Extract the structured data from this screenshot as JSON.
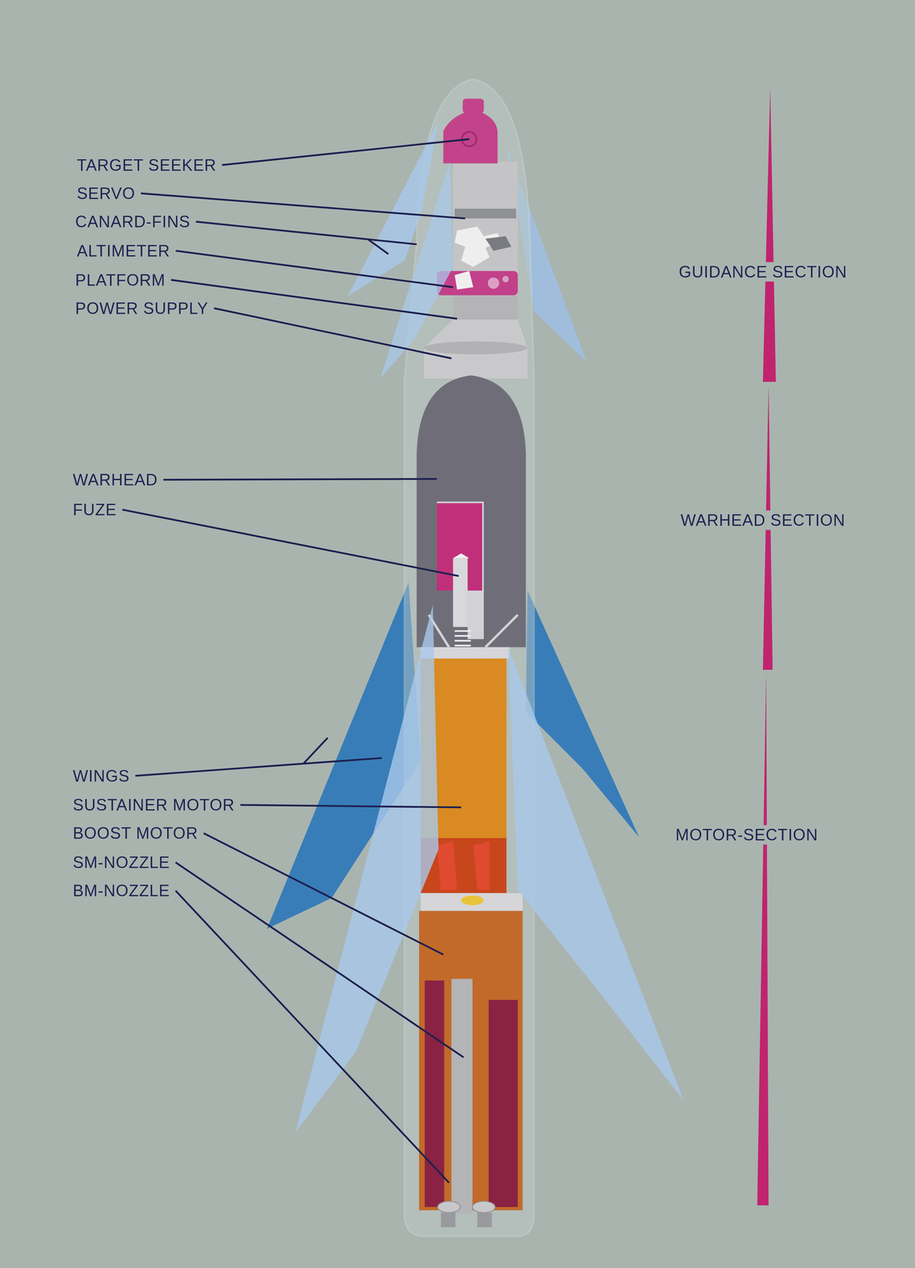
{
  "diagram": {
    "labels": [
      "TARGET SEEKER",
      "SERVO",
      "CANARD-FINS",
      "ALTIMETER",
      "PLATFORM",
      "POWER SUPPLY",
      "WARHEAD",
      "FUZE",
      "WINGS",
      "SUSTAINER MOTOR",
      "BOOST MOTOR",
      "SM-NOZZLE",
      "BM-NOZZLE",
      "GUIDANCE SECTION",
      "WARHEAD SECTION",
      "MOTOR-SECTION"
    ]
  }
}
